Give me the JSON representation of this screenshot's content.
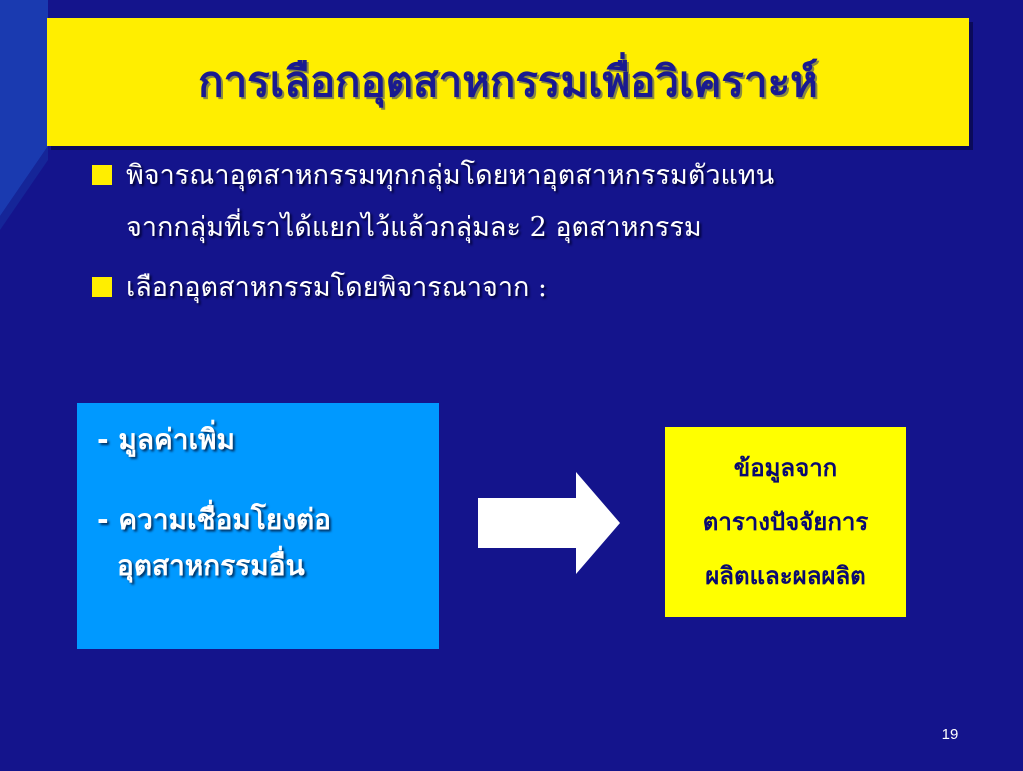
{
  "slide": {
    "title": "การเลือกอุตสาหกรรมเพื่อวิเคราะห์",
    "bullets": [
      {
        "line1": "พิจารณาอุตสาหกรรมทุกกลุ่มโดยหาอุตสาหกรรมตัวแทน",
        "line2": "จากกลุ่มที่เราได้แยกไว้แล้วกลุ่มละ 2 อุตสาหกรรม"
      },
      {
        "line1": "เลือกอุตสาหกรรมโดยพิจารณาจาก :"
      }
    ],
    "criteria_box": {
      "line1": "- มูลค่าเพิ่ม",
      "line2": "- ความเชื่อมโยงต่อ",
      "line3": "อุตสาหกรรมอื่น"
    },
    "source_box": {
      "line1": "ข้อมูลจาก",
      "line2": "ตารางปัจจัยการ",
      "line3": "ผลิตและผลผลิต"
    },
    "slide_number": "19"
  },
  "colors": {
    "background": "#14148c",
    "title_bg": "#ffee00",
    "title_text": "#1a1a90",
    "criteria_bg": "#0099ff",
    "source_bg": "#ffff00",
    "bullet_marker": "#ffee00"
  },
  "icons": {
    "arrow": "right-arrow-icon",
    "bullet": "square-bullet-icon"
  }
}
